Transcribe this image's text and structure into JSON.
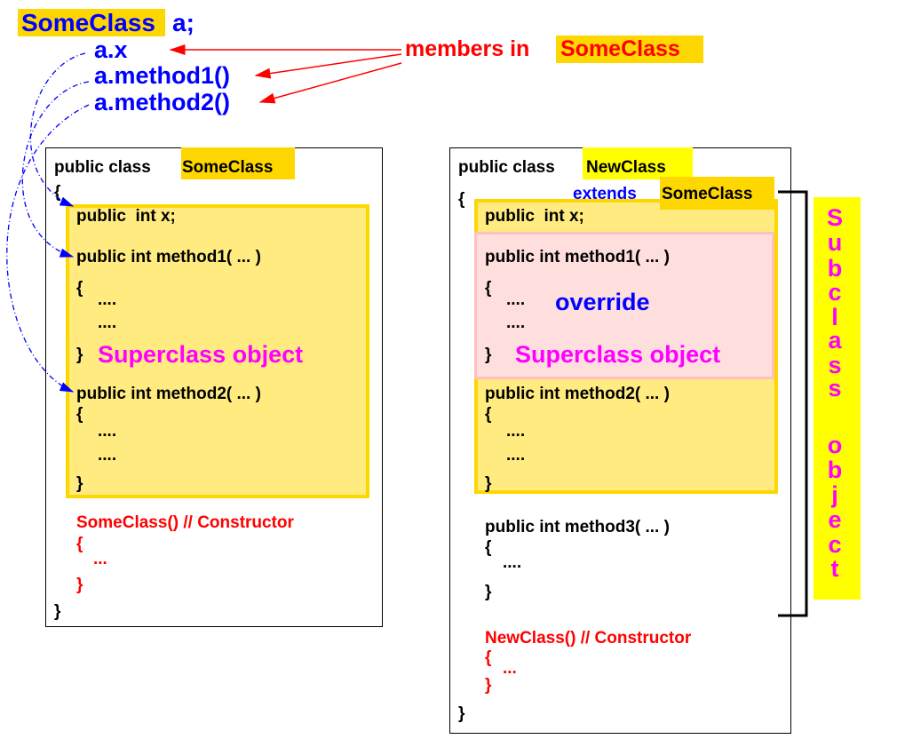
{
  "top": {
    "decl_type": "SomeClass",
    "decl_var": "a;",
    "member_x": "a.x",
    "member_m1": "a.method1()",
    "member_m2": "a.method2()",
    "members_label": "members in",
    "members_class": "SomeClass"
  },
  "left": {
    "title": "public class",
    "name": "SomeClass",
    "open": "{",
    "field": "public  int x;",
    "method1": "public int method1( ... )",
    "method2": "public int method2( ... )",
    "brace_open": "{",
    "brace_close": "}",
    "dots": "....",
    "superclass": "Superclass object",
    "ctor": "SomeClass() // Constructor",
    "ctor_body": "...",
    "close": "}"
  },
  "right": {
    "title": "public class",
    "name": "NewClass",
    "extends": "extends",
    "parent": "SomeClass",
    "open": "{",
    "field": "public  int x;",
    "method1": "public int method1( ... )",
    "override": "override",
    "superclass": "Superclass object",
    "method2": "public int method2( ... )",
    "method3": "public int method3( ... )",
    "brace_open": "{",
    "brace_close": "}",
    "dots": "....",
    "ctor": "NewClass() // Constructor",
    "ctor_body": "...",
    "close": "}"
  },
  "subclass_label": [
    "S",
    "u",
    "b",
    "c",
    "l",
    "a",
    "s",
    "s",
    "o",
    "b",
    "j",
    "e",
    "c",
    "t"
  ],
  "colors": {
    "gold": "#ffd700",
    "yellow": "#ffff00",
    "light_yellow": "#ffeb80",
    "pink": "#ffdede",
    "blue": "#0000ff",
    "red": "#ff0000",
    "magenta": "#ff00ff"
  }
}
